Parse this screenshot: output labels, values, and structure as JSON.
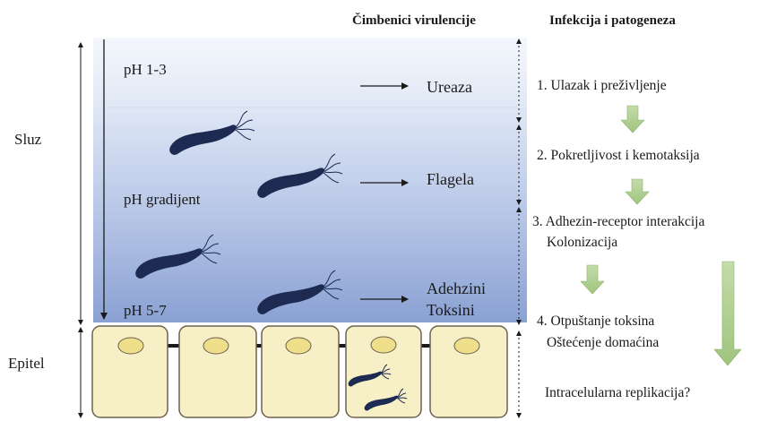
{
  "headers": {
    "virulence_factors": "Čimbenici virulencije",
    "infection": "Infekcija i patogeneza"
  },
  "layers": {
    "mucus": "Sluz",
    "epithelium": "Epitel"
  },
  "ph_labels": [
    "pH 1-3",
    "pH gradijent",
    "pH 5-7"
  ],
  "virulence_factors": [
    "Ureaza",
    "Flagela",
    "Adehzini",
    "Toksini"
  ],
  "steps": [
    "1. Ulazak i preživljenje",
    "2. Pokretljivost i kemotaksija",
    "3. Adhezin-receptor interakcija",
    "Kolonizacija",
    "4. Otpuštanje toksina",
    "Oštećenje domaćina",
    "Intracelularna replikacija?"
  ],
  "colors": {
    "mucus_top": "#eef2fa",
    "mucus_bottom": "#8fa6d6",
    "cell_fill": "#f7f0c6",
    "cell_border": "#6b6250",
    "nucleus": "#f0df8a",
    "bacterium": "#1d2a52",
    "green_arrow": "#b5d398"
  }
}
